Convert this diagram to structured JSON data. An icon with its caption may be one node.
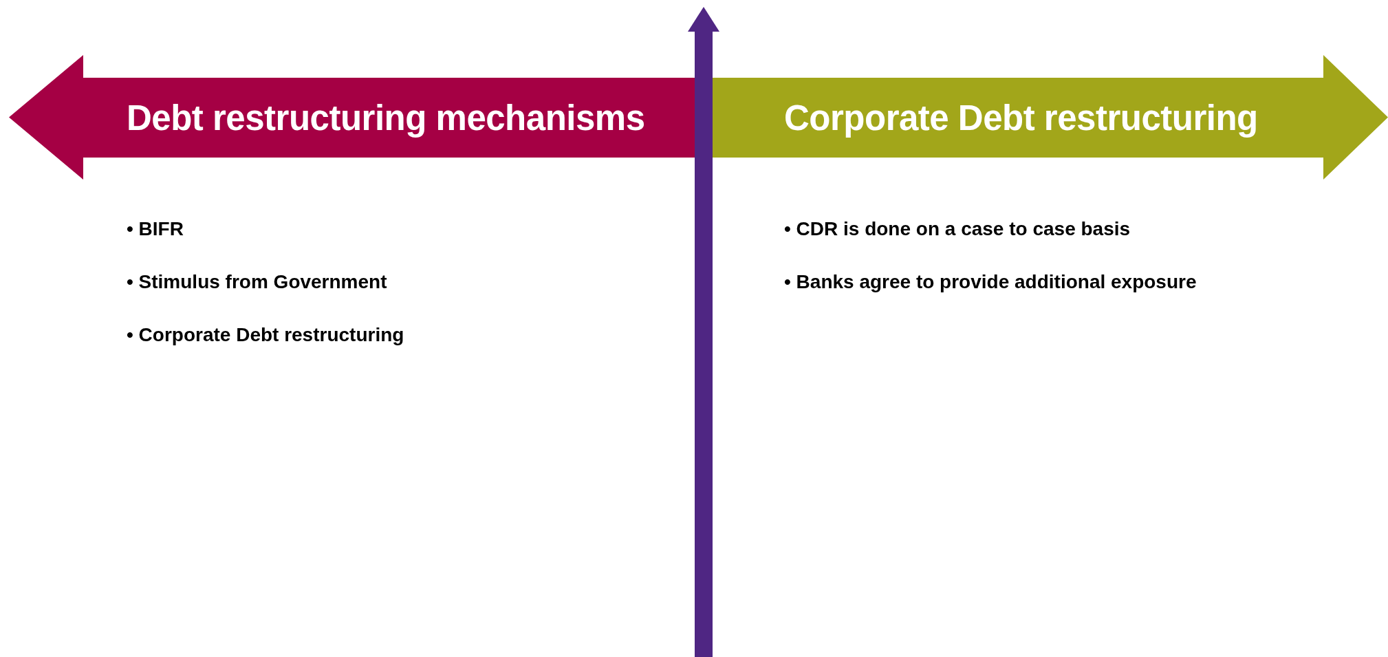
{
  "diagram": {
    "nodes": [
      {
        "text": [
          "Debt restructuring mechanisms"
        ],
        "beside": [
          "• BIFR",
          "• Stimulus from Government",
          "• Corporate Debt restructuring"
        ]
      },
      {
        "text": [
          "Corporate Debt restructuring"
        ],
        "beside": [
          "• CDR is done on a case to case basis",
          "• Banks agree to provide additional exposure"
        ]
      }
    ]
  }
}
